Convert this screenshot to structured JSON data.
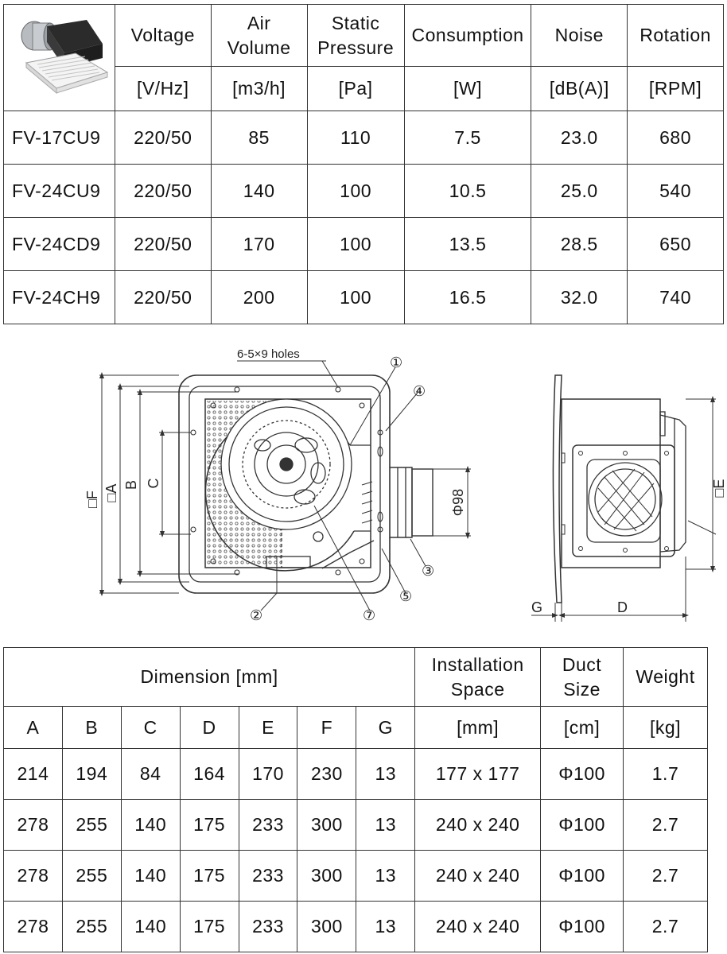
{
  "spec_table": {
    "headers": [
      "Voltage",
      "Air Volume",
      "Static Pressure",
      "Consumption",
      "Noise",
      "Rotation"
    ],
    "units": [
      "[V/Hz]",
      "[m3/h]",
      "[Pa]",
      "[W]",
      "[dB(A)]",
      "[RPM]"
    ],
    "rows": [
      {
        "model": "FV-17CU9",
        "values": [
          "220/50",
          "85",
          "110",
          "7.5",
          "23.0",
          "680"
        ]
      },
      {
        "model": "FV-24CU9",
        "values": [
          "220/50",
          "140",
          "100",
          "10.5",
          "25.0",
          "540"
        ]
      },
      {
        "model": "FV-24CD9",
        "values": [
          "220/50",
          "170",
          "100",
          "13.5",
          "28.5",
          "650"
        ]
      },
      {
        "model": "FV-24CH9",
        "values": [
          "220/50",
          "200",
          "100",
          "16.5",
          "32.0",
          "740"
        ]
      }
    ]
  },
  "drawing": {
    "holes_label": "6-5×9 holes",
    "dim_F": "□F",
    "dim_A": "□A",
    "dim_B": "B",
    "dim_C": "C",
    "dim_phi": "Φ98",
    "dim_E": "□E",
    "dim_G": "G",
    "dim_D": "D",
    "callouts": [
      "①",
      "②",
      "③",
      "④",
      "⑤",
      "⑦"
    ]
  },
  "dim_table": {
    "title": "Dimension [mm]",
    "install_header": "Installation Space",
    "duct_header": "Duct Size",
    "weight_header": "Weight",
    "columns": [
      "A",
      "B",
      "C",
      "D",
      "E",
      "F",
      "G"
    ],
    "install_unit": "[mm]",
    "duct_unit": "[cm]",
    "weight_unit": "[kg]",
    "rows": [
      [
        "214",
        "194",
        "84",
        "164",
        "170",
        "230",
        "13",
        "177 x 177",
        "Φ100",
        "1.7"
      ],
      [
        "278",
        "255",
        "140",
        "175",
        "233",
        "300",
        "13",
        "240 x 240",
        "Φ100",
        "2.7"
      ],
      [
        "278",
        "255",
        "140",
        "175",
        "233",
        "300",
        "13",
        "240 x 240",
        "Φ100",
        "2.7"
      ],
      [
        "278",
        "255",
        "140",
        "175",
        "233",
        "300",
        "13",
        "240 x 240",
        "Φ100",
        "2.7"
      ]
    ]
  }
}
